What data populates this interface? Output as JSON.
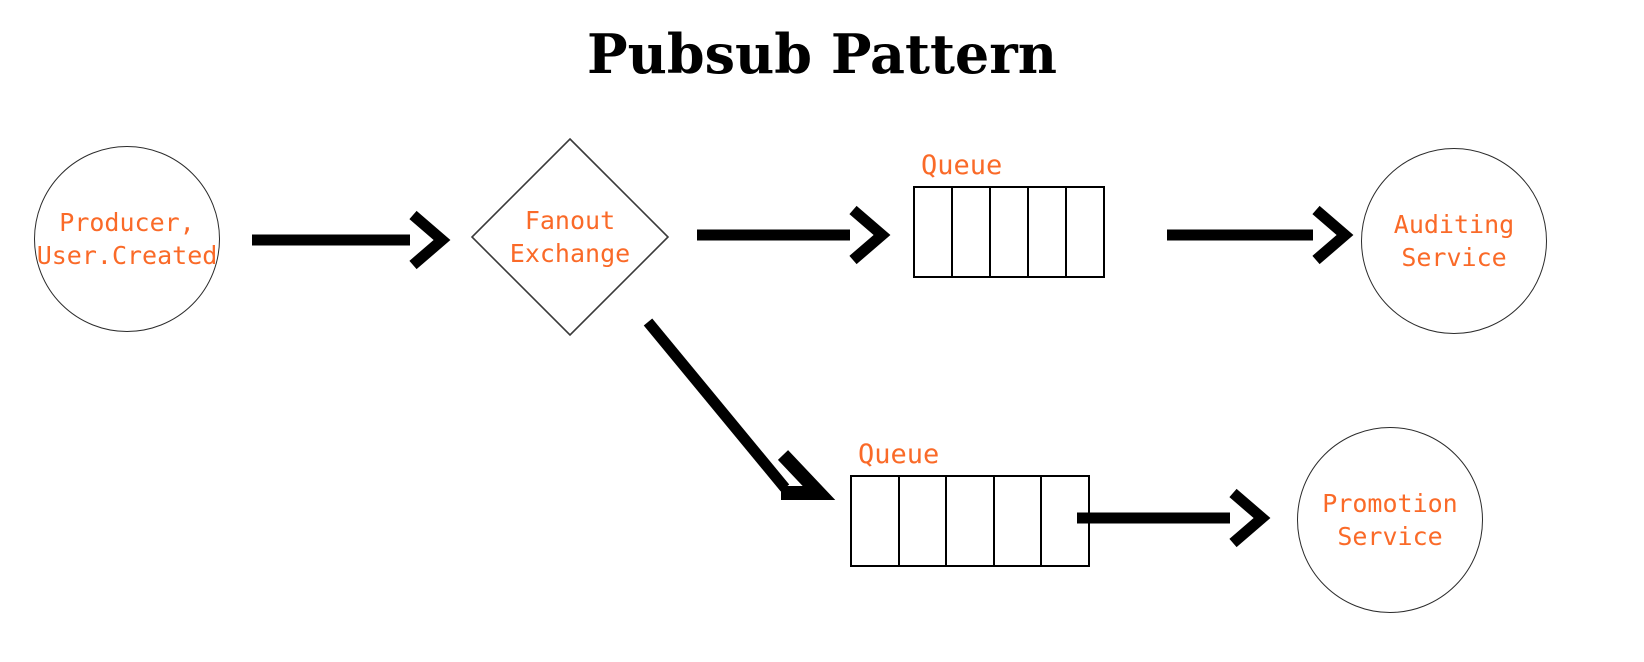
{
  "page": {
    "title": "Pubsub Pattern",
    "background_color": "#ffffff",
    "accent_color": "#fa6a28",
    "stroke_color": "#000000",
    "node_stroke_color": "#2b2b2b"
  },
  "nodes": {
    "producer": {
      "line1": "Producer,",
      "line2": "User.Created"
    },
    "exchange": {
      "line1": "Fanout",
      "line2": "Exchange"
    },
    "queue_top": {
      "label": "Queue",
      "cells": 5
    },
    "queue_bottom": {
      "label": "Queue",
      "cells": 5
    },
    "auditing": {
      "line1": "Auditing",
      "line2": "Service"
    },
    "promotion": {
      "line1": "Promotion",
      "line2": "Service"
    }
  },
  "arrows": [
    {
      "name": "producer-to-exchange",
      "direction": "right"
    },
    {
      "name": "exchange-to-queue-top",
      "direction": "right"
    },
    {
      "name": "queue-top-to-auditing",
      "direction": "right"
    },
    {
      "name": "exchange-to-queue-bottom",
      "direction": "down-right"
    },
    {
      "name": "queue-bottom-to-promotion",
      "direction": "right"
    }
  ]
}
